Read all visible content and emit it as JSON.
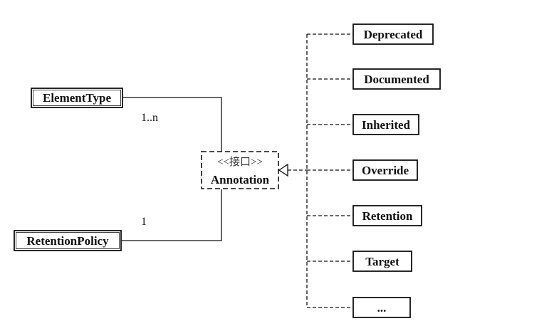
{
  "interface": {
    "stereotype": "<<接口>>",
    "name": "Annotation"
  },
  "associations": [
    {
      "class_name": "ElementType",
      "multiplicity": "1..n"
    },
    {
      "class_name": "RetentionPolicy",
      "multiplicity": "1"
    }
  ],
  "implementations": [
    "Deprecated",
    "Documented",
    "Inherited",
    "Override",
    "Retention",
    "Target",
    "..."
  ]
}
